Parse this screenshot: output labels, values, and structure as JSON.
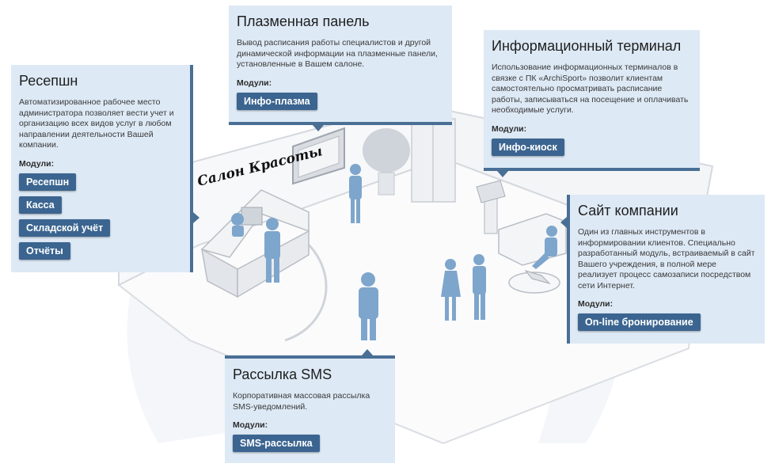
{
  "logo_text": "Салон Красоты",
  "colors": {
    "panel_bg": "#dde9f5",
    "accent": "#4a6f95",
    "button": "#3b6590",
    "figure": "#7ea6cc"
  },
  "panels": {
    "reception": {
      "title": "Ресепшн",
      "description": "Автоматизированное рабочее место администратора позволяет вести учет и организацию всех видов услуг в любом направлении деятельности Вашей компании.",
      "modules_label": "Модули:",
      "buttons": [
        "Ресепшн",
        "Касса",
        "Складской учёт",
        "Отчёты"
      ]
    },
    "plasma": {
      "title": "Плазменная панель",
      "description": "Вывод расписания работы специалистов и другой динамической информации на плазменные панели, установленные в Вашем салоне.",
      "modules_label": "Модули:",
      "buttons": [
        "Инфо-плазма"
      ]
    },
    "terminal": {
      "title": "Информационный терминал",
      "description": "Использование информационных терминалов в связке с ПК «ArchiSport» позволит клиентам самостоятельно просматривать расписание работы, записываться на посещение и оплачивать необходимые услуги.",
      "modules_label": "Модули:",
      "buttons": [
        "Инфо-киоск"
      ]
    },
    "website": {
      "title": "Сайт компании",
      "description": "Один из главных инструментов в информировании клиентов. Специально разработанный модуль, встраиваемый в сайт Вашего учреждения, в полной мере реализует процесс самозаписи посредством сети Интернет.",
      "modules_label": "Модули:",
      "buttons": [
        "On-line бронирование"
      ]
    },
    "sms": {
      "title": "Рассылка SMS",
      "description": "Корпоративная массовая рассылка SMS-уведомлений.",
      "modules_label": "Модули:",
      "buttons": [
        "SMS-рассылка"
      ]
    }
  }
}
